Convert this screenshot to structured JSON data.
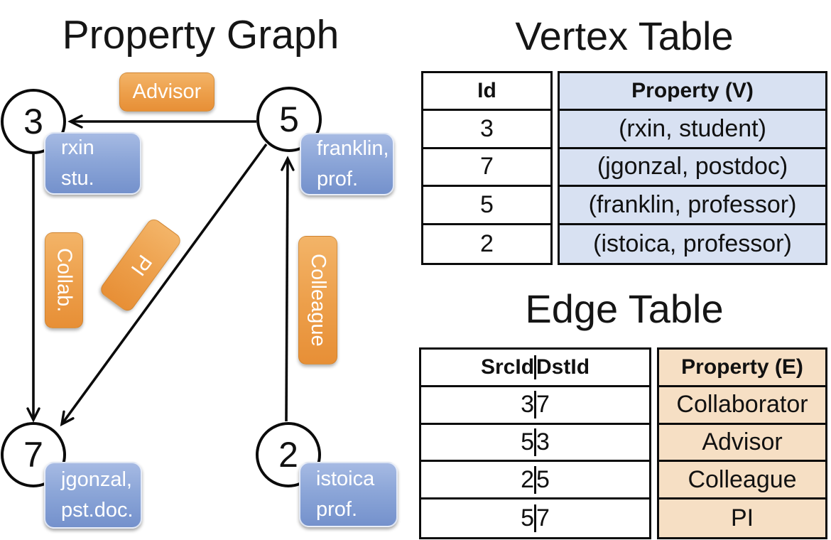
{
  "graph": {
    "title": "Property Graph",
    "nodes": [
      {
        "id": "3",
        "lines": [
          "rxin",
          "stu."
        ]
      },
      {
        "id": "5",
        "lines": [
          "franklin,",
          "prof."
        ]
      },
      {
        "id": "7",
        "lines": [
          "jgonzal,",
          "pst.doc."
        ]
      },
      {
        "id": "2",
        "lines": [
          "istoica",
          "prof."
        ]
      }
    ],
    "edge_labels": {
      "advisor": "Advisor",
      "collab": "Collab.",
      "pi": "PI",
      "colleague": "Colleague"
    }
  },
  "vertex_table": {
    "title": "Vertex Table",
    "headers": {
      "id": "Id",
      "property": "Property (V)"
    },
    "rows": [
      {
        "id": "3",
        "property": "(rxin, student)"
      },
      {
        "id": "7",
        "property": "(jgonzal, postdoc)"
      },
      {
        "id": "5",
        "property": "(franklin, professor)"
      },
      {
        "id": "2",
        "property": "(istoica, professor)"
      }
    ]
  },
  "edge_table": {
    "title": "Edge Table",
    "headers": {
      "src": "SrcId",
      "dst": "DstId",
      "property": "Property (E)"
    },
    "rows": [
      {
        "src": "3",
        "dst": "7",
        "property": "Collaborator"
      },
      {
        "src": "5",
        "dst": "3",
        "property": "Advisor"
      },
      {
        "src": "2",
        "dst": "5",
        "property": "Colleague"
      },
      {
        "src": "5",
        "dst": "7",
        "property": "PI"
      }
    ]
  },
  "colors": {
    "edge_label_fill": "#eda04c",
    "vertex_box_fill": "#8ca6d8",
    "vertex_table_fill": "#d8e1f2",
    "edge_table_fill": "#f6dfc4",
    "line": "#0b0b0b"
  }
}
